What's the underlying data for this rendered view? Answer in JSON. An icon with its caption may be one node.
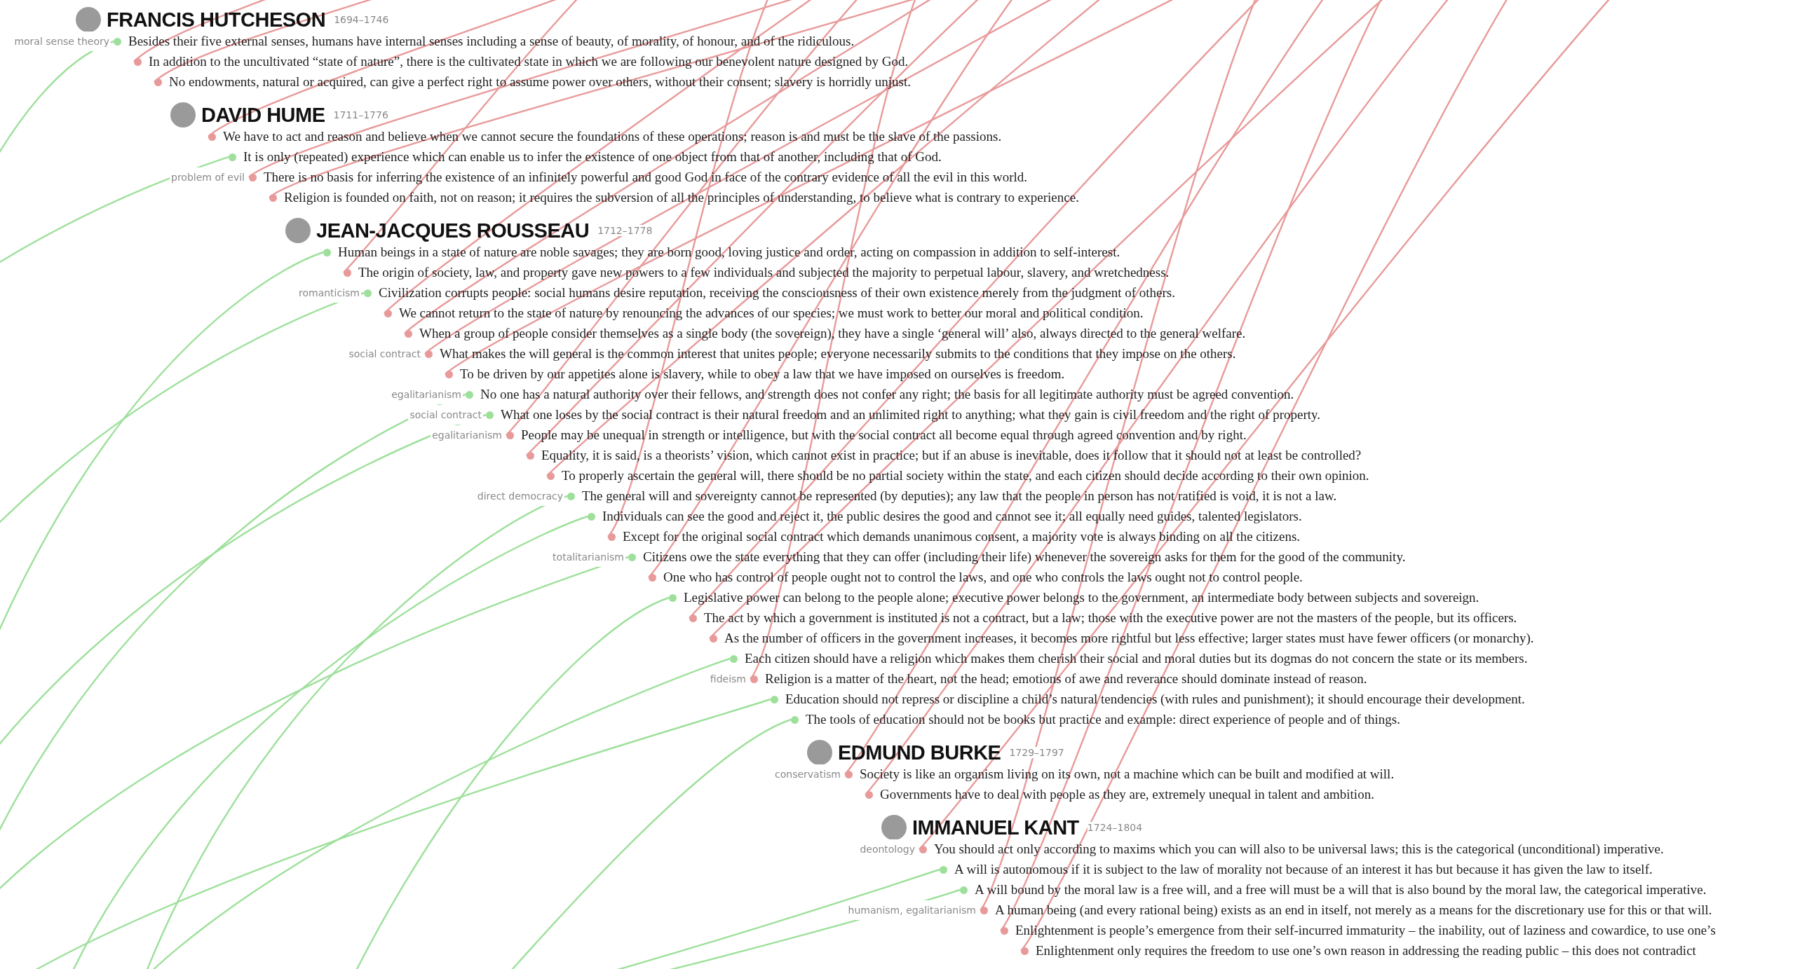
{
  "diagram": {
    "nodes": [
      {
        "text": [
          "FRANCIS HUTCHESON",
          "1694–1746"
        ]
      },
      {
        "text": [
          "Besides their five external senses, humans have internal senses including a sense of beauty, of morality, of honour, and of the ridiculous."
        ],
        "beside": [
          "moral sense theory"
        ]
      },
      {
        "text": [
          "In addition to the uncultivated “state of nature”, there is the cultivated state in which we are following our benevolent nature designed by God."
        ]
      },
      {
        "text": [
          "No endowments, natural or acquired, can give a perfect right to assume power over others, without their consent; slavery is horridly unjust."
        ]
      },
      {
        "text": [
          "DAVID HUME",
          "1711–1776"
        ]
      },
      {
        "text": [
          "We have to act and reason and believe when we cannot secure the foundations of these operations; reason is and must be the slave of the passions."
        ]
      },
      {
        "text": [
          "It is only (repeated) experience which can enable us to infer the existence of one object from that of another, including that of God."
        ]
      },
      {
        "text": [
          "There is no basis for inferring the existence of an infinitely powerful and good God in face of the contrary evidence of all the evil in this world."
        ],
        "beside": [
          "problem of evil"
        ]
      },
      {
        "text": [
          "Religion is founded on faith, not on reason; it requires the subversion of all the principles of understanding, to believe what is contrary to experience."
        ]
      },
      {
        "text": [
          "JEAN-JACQUES ROUSSEAU",
          "1712–1778"
        ]
      },
      {
        "text": [
          "Human beings in a state of nature are noble savages; they are born good, loving justice and order, acting on compassion in addition to self-interest."
        ]
      },
      {
        "text": [
          "The origin of society, law, and property gave new powers to a few individuals and subjected the majority to perpetual labour, slavery, and wretchedness."
        ]
      },
      {
        "text": [
          "Civilization corrupts people: social humans desire reputation, receiving the consciousness of their own existence merely from the judgment of others."
        ],
        "beside": [
          "romanticism"
        ]
      },
      {
        "text": [
          "We cannot return to the state of nature by renouncing the advances of our species; we must work to better our moral and political condition."
        ]
      },
      {
        "text": [
          "When a group of people consider themselves as a single body (the sovereign), they have a single ‘general will’ also, always directed to the general welfare."
        ]
      },
      {
        "text": [
          "What makes the will general is the common interest that unites people; everyone necessarily submits to the conditions that they impose on the others."
        ],
        "beside": [
          "social contract"
        ]
      },
      {
        "text": [
          "To be driven by our appetites alone is slavery, while to obey a law that we have imposed on ourselves is freedom."
        ]
      },
      {
        "text": [
          "No one has a natural authority over their fellows, and strength does not confer any right; the basis for all legitimate authority must be agreed convention."
        ],
        "beside": [
          "egalitarianism"
        ]
      },
      {
        "text": [
          "What one loses by the social contract is their natural freedom and an unlimited right to anything; what they gain is civil freedom and the right of property."
        ],
        "beside": [
          "social contract"
        ]
      },
      {
        "text": [
          "People may be unequal in strength or intelligence, but with the social contract all become equal through agreed convention and by right."
        ],
        "beside": [
          "egalitarianism"
        ]
      },
      {
        "text": [
          "Equality, it is said, is a theorists’ vision, which cannot exist in practice; but if an abuse is inevitable, does it follow that it should not at least be controlled?"
        ]
      },
      {
        "text": [
          "To properly ascertain the general will, there should be no partial society within the state, and each citizen should decide according to their own opinion."
        ]
      },
      {
        "text": [
          "The general will and sovereignty cannot be represented (by deputies); any law that the people in person has not ratified is void, it is not a law."
        ],
        "beside": [
          "direct democracy"
        ]
      },
      {
        "text": [
          "Individuals can see the good and reject it, the public desires the good and cannot see it; all equally need guides, talented legislators."
        ]
      },
      {
        "text": [
          "Except for the original social contract which demands unanimous consent, a majority vote is always binding on all the citizens."
        ]
      },
      {
        "text": [
          "Citizens owe the state everything that they can offer (including their life) whenever the sovereign asks for them for the good of the community."
        ],
        "beside": [
          "totalitarianism"
        ]
      },
      {
        "text": [
          "One who has control of people ought not to control the laws, and one who controls the laws ought not to control people."
        ]
      },
      {
        "text": [
          "Legislative power can belong to the people alone; executive power belongs to the government, an intermediate body between subjects and sovereign."
        ]
      },
      {
        "text": [
          "The act by which a government is instituted is not a contract, but a law; those with the executive power are not the masters of the people, but its officers."
        ]
      },
      {
        "text": [
          "As the number of officers in the government increases, it becomes more rightful but less effective; larger states must have fewer officers (or monarchy)."
        ]
      },
      {
        "text": [
          "Each citizen should have a religion which makes them cherish their social and moral duties but its dogmas do not concern the state or its members."
        ]
      },
      {
        "text": [
          "Religion is a matter of the heart, not the head; emotions of awe and reverance should dominate instead of reason."
        ],
        "beside": [
          "fideism"
        ]
      },
      {
        "text": [
          "Education should not repress or discipline a child’s natural tendencies (with rules and punishment); it should encourage their development."
        ]
      },
      {
        "text": [
          "The tools of education should not be books but practice and example: direct experience of people and of things."
        ]
      },
      {
        "text": [
          "EDMUND BURKE",
          "1729–1797"
        ]
      },
      {
        "text": [
          "Society is like an organism living on its own, not a machine which can be built and modified at will."
        ],
        "beside": [
          "conservatism"
        ]
      },
      {
        "text": [
          "Governments have to deal with people as they are, extremely unequal in talent and ambition."
        ]
      },
      {
        "text": [
          "IMMANUEL KANT",
          "1724–1804"
        ]
      },
      {
        "text": [
          "You should act only according to maxims which you can will also to be universal laws; this is the categorical (unconditional) imperative."
        ],
        "beside": [
          "deontology"
        ]
      },
      {
        "text": [
          "A will is autonomous if it is subject to the law of morality not because of an interest it has but because it has given the law to itself."
        ]
      },
      {
        "text": [
          "A will bound by the moral law is a free will, and a free will must be a will that is also bound by the moral law, the categorical imperative."
        ]
      },
      {
        "text": [
          "A human being (and every rational being) exists as an end in itself, not merely as a means for the discretionary use for this or that will."
        ],
        "beside": [
          "humanism, egalitarianism"
        ]
      },
      {
        "text": [
          "Enlightenment is people’s emergence from their self-incurred immaturity – the inability, out of laziness and cowardice, to use one’s"
        ]
      },
      {
        "text": [
          "Enlightenment only requires the freedom to use one’s own reason in addressing the reading public – this does not contradict"
        ]
      }
    ],
    "edges": [
      {
        "from": 1,
        "to": null,
        "arrow": "none",
        "color": "#9ee09b"
      },
      {
        "from": 2,
        "to": null,
        "arrow": "none",
        "color": "#e89a9a"
      },
      {
        "from": 3,
        "to": null,
        "arrow": "none",
        "color": "#e89a9a"
      },
      {
        "from": 5,
        "to": null,
        "arrow": "none",
        "color": "#e89a9a"
      },
      {
        "from": 6,
        "to": null,
        "arrow": "none",
        "color": "#9ee09b"
      },
      {
        "from": 7,
        "to": null,
        "arrow": "none",
        "color": "#e89a9a"
      },
      {
        "from": 8,
        "to": null,
        "arrow": "none",
        "color": "#e89a9a"
      },
      {
        "from": 10,
        "to": null,
        "arrow": "none",
        "color": "#9ee09b"
      },
      {
        "from": 11,
        "to": null,
        "arrow": "none",
        "color": "#e89a9a"
      },
      {
        "from": 12,
        "to": null,
        "arrow": "none",
        "color": "#9ee09b"
      },
      {
        "from": 13,
        "to": null,
        "arrow": "none",
        "color": "#e89a9a"
      },
      {
        "from": 14,
        "to": null,
        "arrow": "none",
        "color": "#e89a9a"
      },
      {
        "from": 15,
        "to": null,
        "arrow": "none",
        "color": "#e89a9a"
      },
      {
        "from": 16,
        "to": null,
        "arrow": "none",
        "color": "#e89a9a"
      },
      {
        "from": 17,
        "to": null,
        "arrow": "none",
        "color": "#9ee09b"
      },
      {
        "from": 18,
        "to": null,
        "arrow": "none",
        "color": "#9ee09b"
      },
      {
        "from": 19,
        "to": null,
        "arrow": "none",
        "color": "#e89a9a"
      },
      {
        "from": 20,
        "to": null,
        "arrow": "none",
        "color": "#e89a9a"
      },
      {
        "from": 21,
        "to": null,
        "arrow": "none",
        "color": "#e89a9a"
      },
      {
        "from": 22,
        "to": null,
        "arrow": "none",
        "color": "#9ee09b"
      },
      {
        "from": 23,
        "to": null,
        "arrow": "none",
        "color": "#9ee09b"
      },
      {
        "from": 24,
        "to": null,
        "arrow": "none",
        "color": "#e89a9a"
      },
      {
        "from": 25,
        "to": null,
        "arrow": "none",
        "color": "#9ee09b"
      },
      {
        "from": 26,
        "to": null,
        "arrow": "none",
        "color": "#e89a9a"
      },
      {
        "from": 27,
        "to": null,
        "arrow": "none",
        "color": "#9ee09b"
      },
      {
        "from": 28,
        "to": null,
        "arrow": "none",
        "color": "#e89a9a"
      },
      {
        "from": 29,
        "to": null,
        "arrow": "none",
        "color": "#e89a9a"
      },
      {
        "from": 30,
        "to": null,
        "arrow": "none",
        "color": "#9ee09b"
      },
      {
        "from": 31,
        "to": null,
        "arrow": "none",
        "color": "#e89a9a"
      },
      {
        "from": 32,
        "to": null,
        "arrow": "none",
        "color": "#9ee09b"
      },
      {
        "from": 33,
        "to": null,
        "arrow": "none",
        "color": "#9ee09b"
      },
      {
        "from": 35,
        "to": null,
        "arrow": "none",
        "color": "#e89a9a"
      },
      {
        "from": 36,
        "to": null,
        "arrow": "none",
        "color": "#e89a9a"
      },
      {
        "from": 38,
        "to": null,
        "arrow": "none",
        "color": "#e89a9a"
      },
      {
        "from": 39,
        "to": null,
        "arrow": "none",
        "color": "#9ee09b"
      },
      {
        "from": 40,
        "to": null,
        "arrow": "none",
        "color": "#9ee09b"
      },
      {
        "from": 41,
        "to": null,
        "arrow": "none",
        "color": "#e89a9a"
      },
      {
        "from": 42,
        "to": null,
        "arrow": "none",
        "color": "#e89a9a"
      },
      {
        "from": 43,
        "to": null,
        "arrow": "none",
        "color": "#e89a9a"
      }
    ]
  }
}
